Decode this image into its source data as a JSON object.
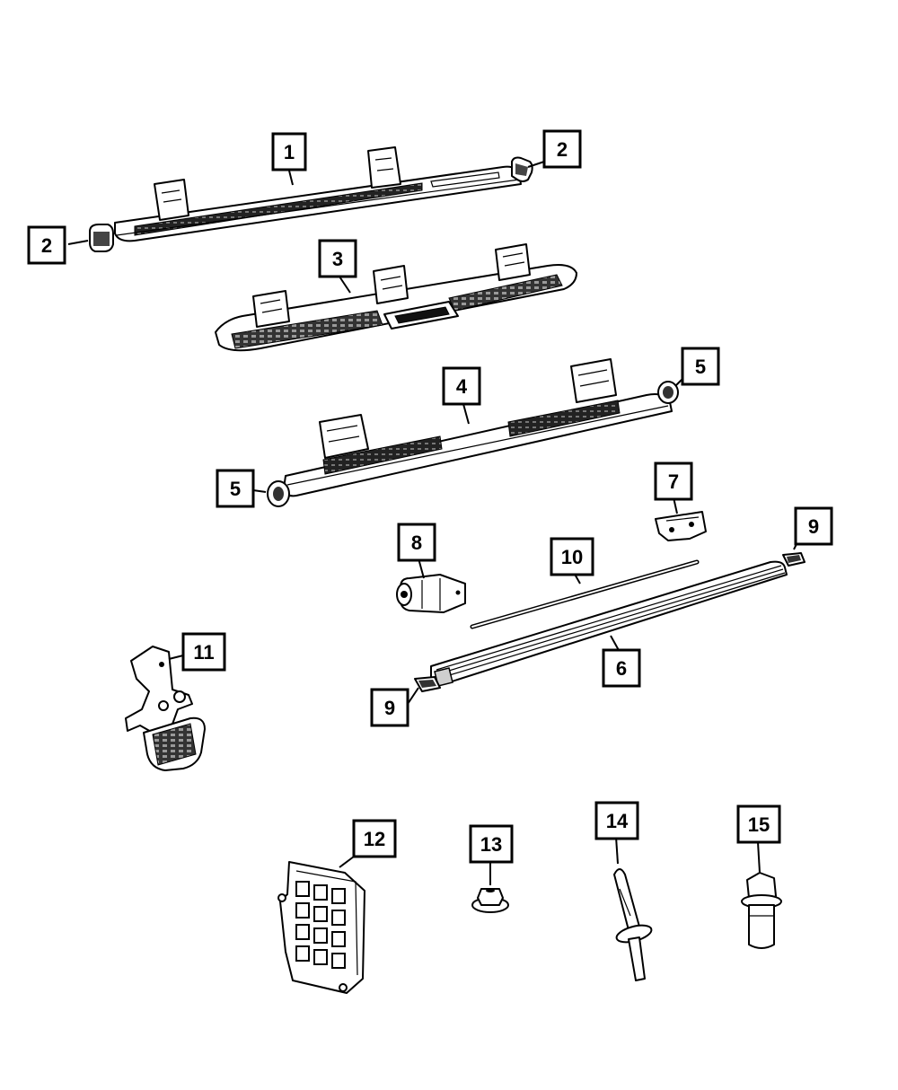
{
  "callouts": [
    {
      "id": "c1a",
      "label": "1"
    },
    {
      "id": "c2a",
      "label": "2"
    },
    {
      "id": "c2b",
      "label": "2"
    },
    {
      "id": "c3",
      "label": "3"
    },
    {
      "id": "c4",
      "label": "4"
    },
    {
      "id": "c5a",
      "label": "5"
    },
    {
      "id": "c5b",
      "label": "5"
    },
    {
      "id": "c6",
      "label": "6"
    },
    {
      "id": "c7",
      "label": "7"
    },
    {
      "id": "c8",
      "label": "8"
    },
    {
      "id": "c9a",
      "label": "9"
    },
    {
      "id": "c9b",
      "label": "9"
    },
    {
      "id": "c10",
      "label": "10"
    },
    {
      "id": "c11",
      "label": "11"
    },
    {
      "id": "c12",
      "label": "12"
    },
    {
      "id": "c13",
      "label": "13"
    },
    {
      "id": "c14",
      "label": "14"
    },
    {
      "id": "c15",
      "label": "15"
    }
  ]
}
